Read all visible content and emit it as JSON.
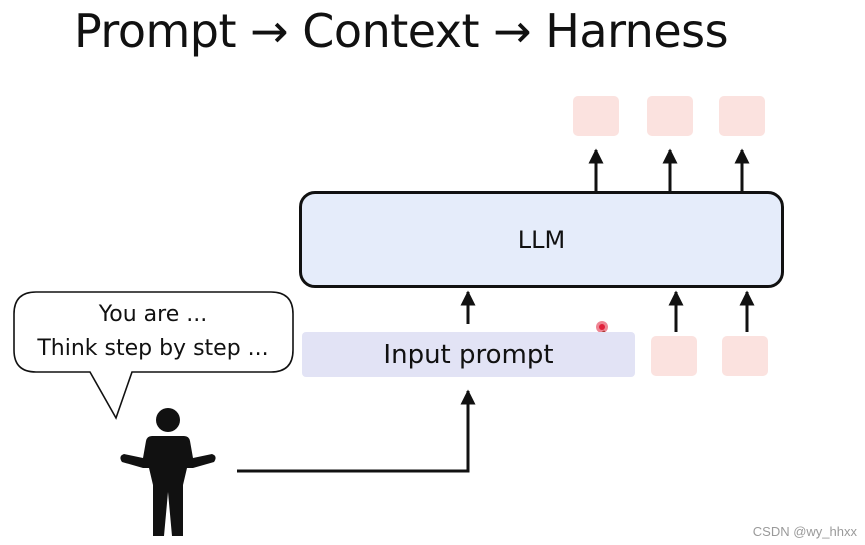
{
  "title": "Prompt → Context → Harness",
  "llm_label": "LLM",
  "input_label": "Input prompt",
  "speech_bubble": {
    "line1": "You are ...",
    "line2": "Think step by step ..."
  },
  "watermark": "CSDN @wy_hhxx",
  "colors": {
    "llm_fill": "#e5ecfa",
    "input_fill": "#e2e3f5",
    "token_fill": "#fbe2df",
    "stroke": "#111111",
    "pointer": "#e0203a"
  }
}
